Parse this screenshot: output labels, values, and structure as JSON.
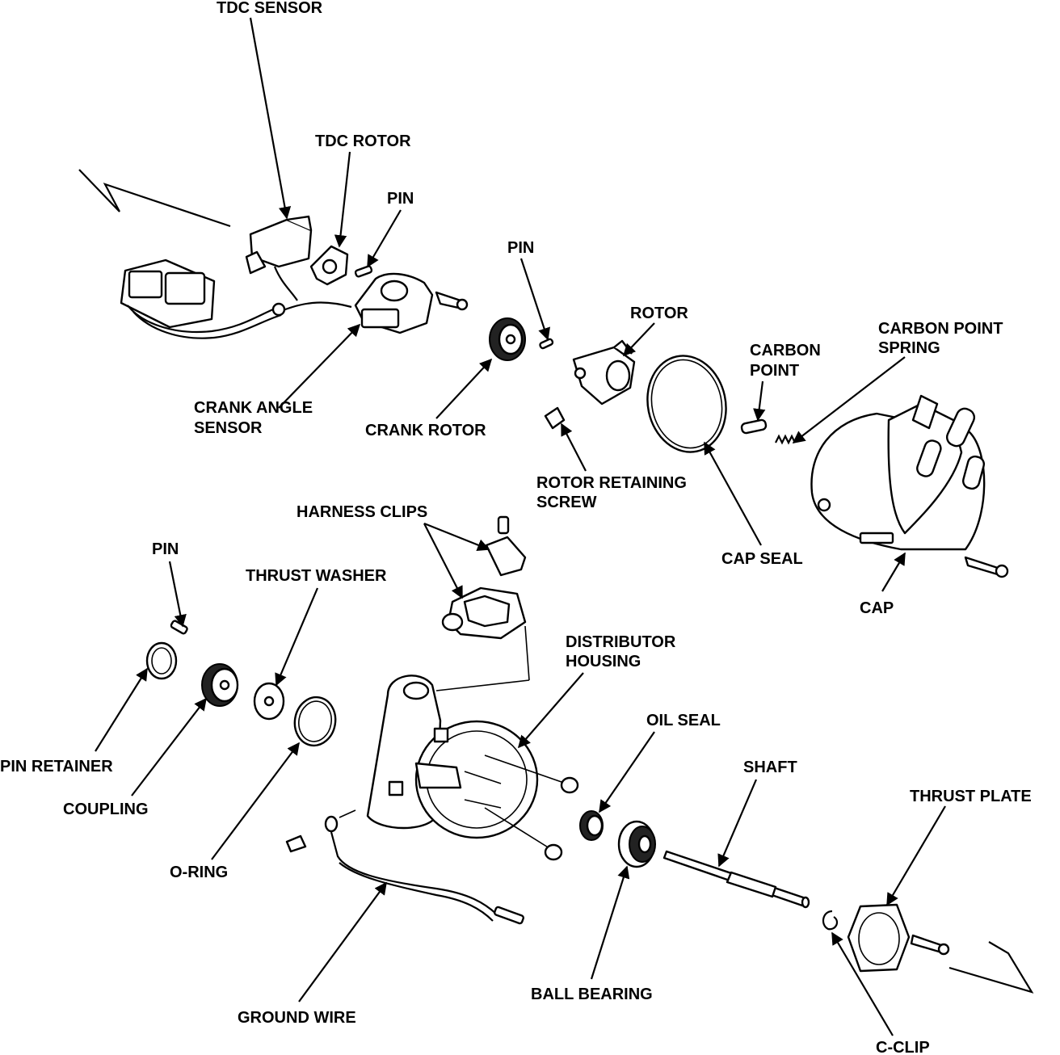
{
  "labels": {
    "tdc_sensor": "TDC SENSOR",
    "tdc_rotor": "TDC ROTOR",
    "pin_upper": "PIN",
    "pin_middle": "PIN",
    "rotor": "ROTOR",
    "carbon_point_1": "CARBON",
    "carbon_point_2": "POINT",
    "carbon_point_spring_1": "CARBON POINT",
    "carbon_point_spring_2": "SPRING",
    "crank_angle_sensor_1": "CRANK ANGLE",
    "crank_angle_sensor_2": "SENSOR",
    "crank_rotor": "CRANK ROTOR",
    "rotor_retaining_screw_1": "ROTOR RETAINING",
    "rotor_retaining_screw_2": "SCREW",
    "cap_seal": "CAP SEAL",
    "cap": "CAP",
    "harness_clips": "HARNESS CLIPS",
    "pin_lower": "PIN",
    "thrust_washer": "THRUST WASHER",
    "distributor_housing_1": "DISTRIBUTOR",
    "distributor_housing_2": "HOUSING",
    "oil_seal": "OIL SEAL",
    "shaft": "SHAFT",
    "thrust_plate": "THRUST PLATE",
    "pin_retainer": "PIN RETAINER",
    "coupling": "COUPLING",
    "o_ring": "O-RING",
    "ball_bearing": "BALL BEARING",
    "ground_wire": "GROUND WIRE",
    "c_clip": "C-CLIP"
  }
}
